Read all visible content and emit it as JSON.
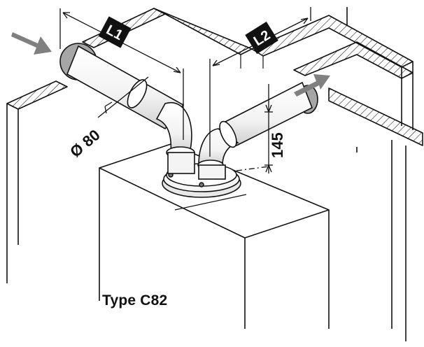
{
  "title": "Type C82",
  "labels": {
    "l1": "L1",
    "l2": "L2",
    "diameter": "Ø 80",
    "height": "145"
  },
  "colors": {
    "line": "#111111",
    "arrow": "#808080",
    "flange": "#a6a6a6",
    "label_bg": "#111111",
    "label_text": "#ffffff"
  },
  "icons": {
    "intake_arrow": "arrow-right-icon",
    "exhaust_arrow": "arrow-up-right-icon"
  }
}
